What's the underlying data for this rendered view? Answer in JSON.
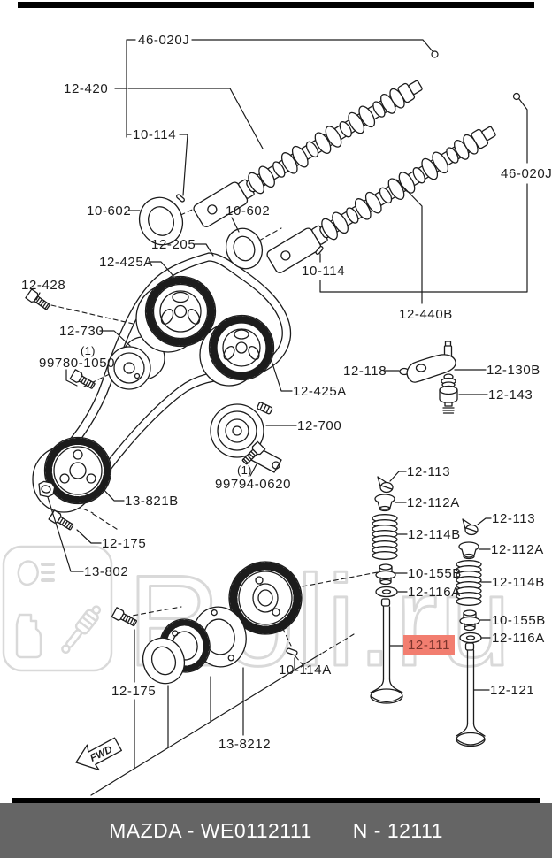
{
  "watermark": {
    "text": "Roli.ru",
    "logo_icons": [
      "oil-lamp-icon",
      "oil-can-icon",
      "shock-absorber-icon"
    ]
  },
  "colors": {
    "line": "#1c1c1c",
    "highlight_bg": "#f27e70",
    "highlight_text": "#7c342c",
    "watermark": "#d9d9d9",
    "footer_bg": "#656565",
    "footer_text": "#ffffff"
  },
  "labels": {
    "l46_020j_top": "46-020J",
    "l12_420": "12-420",
    "l10_114_top": "10-114",
    "l10_602_left": "10-602",
    "l10_602_right": "10-602",
    "l12_205": "12-205",
    "l12_425a_top": "12-425A",
    "l12_428": "12-428",
    "l12_730": "12-730",
    "qty1_a": "(1)",
    "l99780_1050": "99780-1050",
    "l10_114_right": "10-114",
    "l46_020j_right": "46-020J",
    "l12_440b": "12-440B",
    "l12_425a_bot": "12-425A",
    "l12_118": "12-118",
    "l12_130b": "12-130B",
    "l12_143": "12-143",
    "l12_700": "12-700",
    "qty1_b": "(1)",
    "l99794_0620": "99794-0620",
    "l13_821b": "13-821B",
    "l12_175_mid": "12-175",
    "l13_802": "13-802",
    "l12_113_l": "12-113",
    "l12_112a_l": "12-112A",
    "l12_114b_l": "12-114B",
    "l10_155b_l": "10-155B",
    "l12_116a_l": "12-116A",
    "l12_111": "12-111",
    "l12_113_r": "12-113",
    "l12_112a_r": "12-112A",
    "l12_114b_r": "12-114B",
    "l10_155b_r": "10-155B",
    "l12_116a_r": "12-116A",
    "l12_121": "12-121",
    "l10_114a": "10-114A",
    "l12_175_bot": "12-175",
    "l13_8212": "13-8212",
    "fwd": "FWD"
  },
  "footer": {
    "left": "MAZDA - WE0112111",
    "right": "N - 12111"
  }
}
